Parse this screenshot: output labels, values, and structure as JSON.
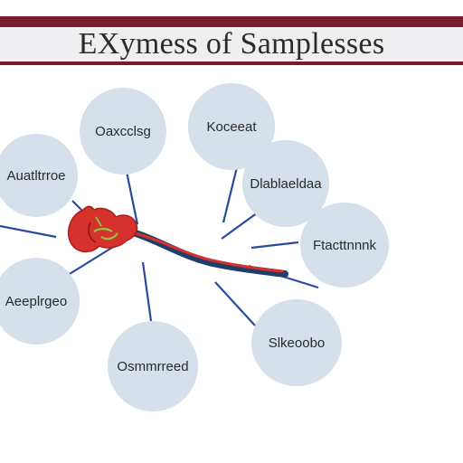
{
  "title": "EXymess of Samplesses",
  "colors": {
    "banner": "#7a1b2e",
    "bubble": "#d5e0ea",
    "connector": "#2a4aa0",
    "vessel": "#1f3f6a",
    "organ": "#d6312c",
    "organ_accent": "#8dc63f"
  },
  "bubbles": [
    {
      "label": "Oaxcclsg"
    },
    {
      "label": "Koceeat"
    },
    {
      "label": "Auatltrroe"
    },
    {
      "label": "Dlablaeldaa"
    },
    {
      "label": "Ftacttnnnk"
    },
    {
      "label": "Aeeplrgeo"
    },
    {
      "label": "Slkeoobo"
    },
    {
      "label": "Osmmrreed"
    }
  ],
  "icons": {
    "central": "organ-with-vessel-icon"
  }
}
